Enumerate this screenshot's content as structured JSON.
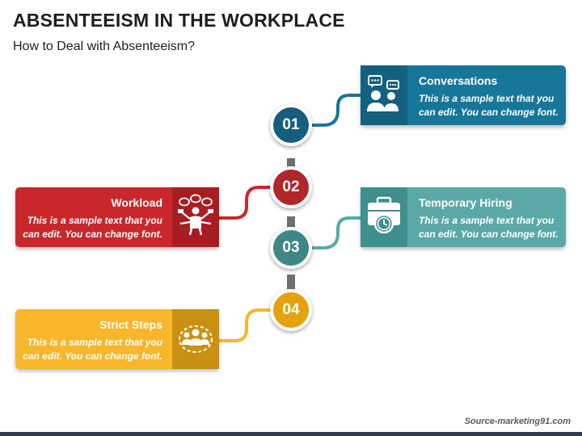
{
  "title": "ABSENTEEISM IN THE WORKPLACE",
  "subtitle": "How to Deal with Absenteeism?",
  "steps": [
    {
      "number": "01",
      "heading": "Conversations",
      "body": "This is a sample text that you can edit. You can change font.",
      "color": "#17779a",
      "icon_bg": "#11617f",
      "icon": "conversation-people-icon"
    },
    {
      "number": "02",
      "heading": "Workload",
      "body": "This is a sample text that you can edit. You can change font.",
      "color": "#c8282c",
      "icon_bg": "#a71d22",
      "icon": "busy-worker-icon"
    },
    {
      "number": "03",
      "heading": "Temporary Hiring",
      "body": "This is a sample text that you can edit. You can change font.",
      "color": "#5aa9a6",
      "icon_bg": "#3f8f8c",
      "icon": "briefcase-clock-icon"
    },
    {
      "number": "04",
      "heading": "Strict Steps",
      "body": "This is a sample text that you can edit. You can change font.",
      "color": "#f8b62b",
      "icon_bg": "#c99011",
      "icon": "fenced-team-icon"
    }
  ],
  "footer": "Source-marketing91.com",
  "colors": {
    "stem": "#6f6f6f",
    "step1_circle": "#155f7c",
    "step2_circle": "#b1262b",
    "step3_circle": "#3f8784",
    "step4_circle": "#e6a20c"
  }
}
